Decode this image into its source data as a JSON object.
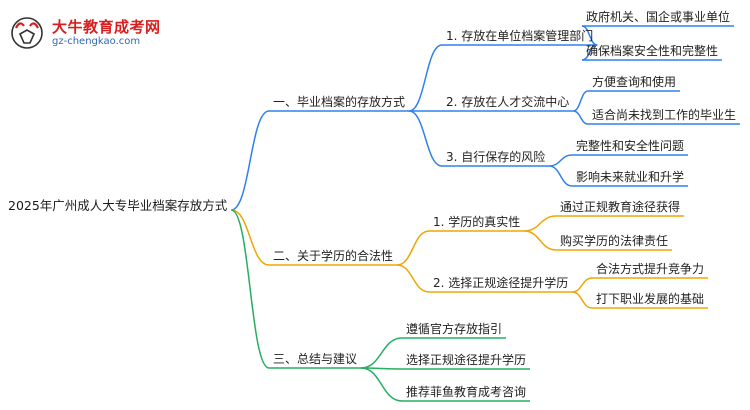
{
  "logo": {
    "title": "大牛教育成考网",
    "url": "gz-chengkao.com"
  },
  "mindmap": {
    "root": "2025年广州成人大专毕业档案存放方式",
    "branches": [
      {
        "label": "一、毕业档案的存放方式",
        "color": "#2f80ed",
        "children": [
          {
            "label": "1. 存放在单位档案管理部门",
            "children": [
              "政府机关、国企或事业单位",
              "确保档案安全性和完整性"
            ]
          },
          {
            "label": "2. 存放在人才交流中心",
            "children": [
              "方便查询和使用",
              "适合尚未找到工作的毕业生"
            ]
          },
          {
            "label": "3. 自行保存的风险",
            "children": [
              "完整性和安全性问题",
              "影响未来就业和升学"
            ]
          }
        ]
      },
      {
        "label": "二、关于学历的合法性",
        "color": "#f0a500",
        "children": [
          {
            "label": "1. 学历的真实性",
            "children": [
              "通过正规教育途径获得",
              "购买学历的法律责任"
            ]
          },
          {
            "label": "2. 选择正规途径提升学历",
            "children": [
              "合法方式提升竞争力",
              "打下职业发展的基础"
            ]
          }
        ]
      },
      {
        "label": "三、总结与建议",
        "color": "#27ae60",
        "children": [
          {
            "label": "遵循官方存放指引",
            "children": []
          },
          {
            "label": "选择正规途径提升学历",
            "children": []
          },
          {
            "label": "推荐菲鱼教育成考咨询",
            "children": []
          }
        ]
      }
    ]
  }
}
